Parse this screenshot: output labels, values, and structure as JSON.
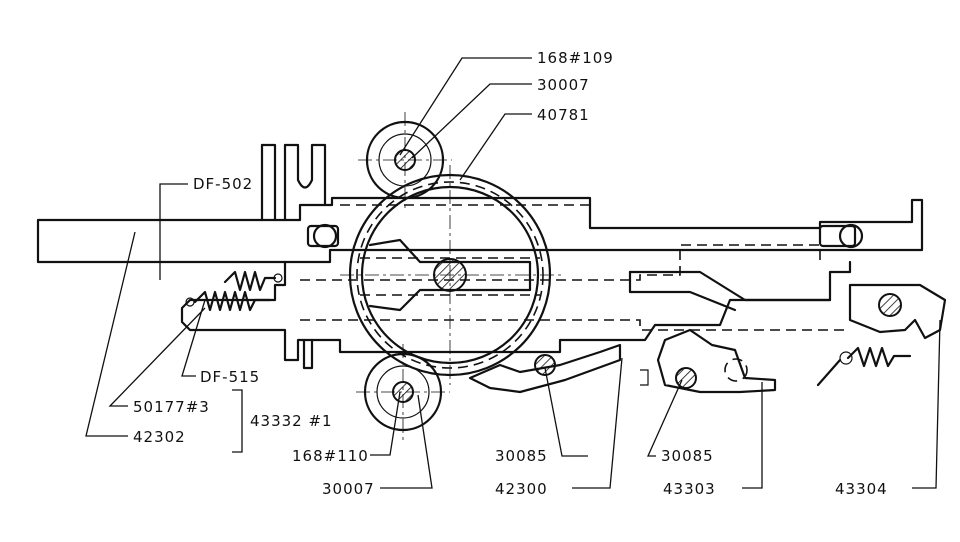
{
  "labels": {
    "l168_109": "168#109",
    "l30007_top": "30007",
    "l40781": "40781",
    "ldf502": "DF-502",
    "ldf515": "DF-515",
    "l50177_3": "50177#3",
    "l42302": "42302",
    "l43332_1": "43332 #1",
    "l168_110": "168#110",
    "l30007_bottom": "30007",
    "l30085_left": "30085",
    "l42300": "42300",
    "l30085_right": "30085",
    "l43303": "43303",
    "l43304": "43304"
  },
  "colors": {
    "ink": "#111111",
    "paper": "#ffffff"
  }
}
